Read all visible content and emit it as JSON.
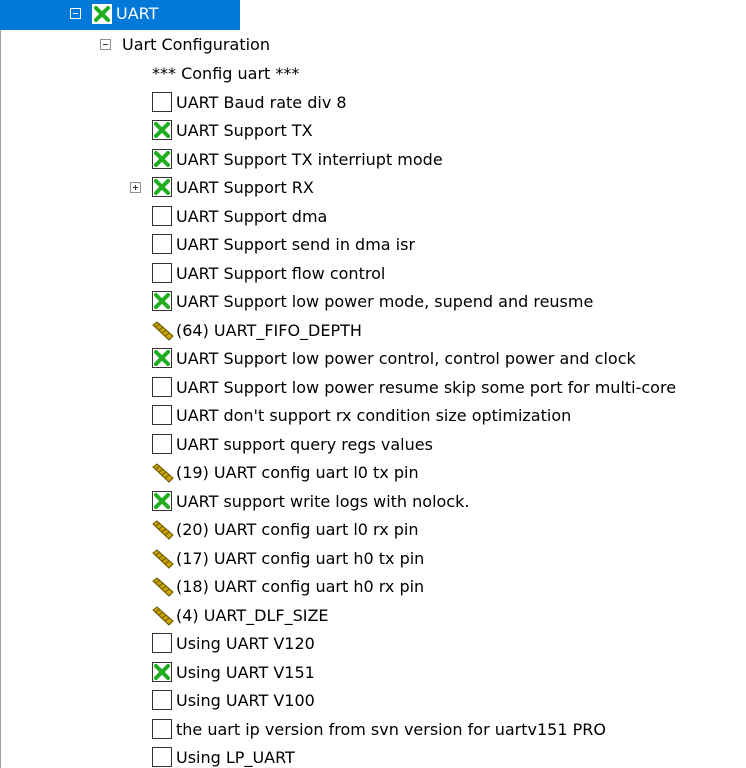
{
  "root": {
    "label": "UART",
    "checked": true,
    "icon": "green-x-check-icon"
  },
  "group": {
    "label": "Uart Configuration"
  },
  "items": [
    {
      "label": "*** Config uart ***",
      "kind": "text"
    },
    {
      "label": "UART Baud rate div 8",
      "kind": "check",
      "checked": false
    },
    {
      "label": "UART Support TX",
      "kind": "check",
      "checked": true
    },
    {
      "label": "UART Support TX interriupt mode",
      "kind": "check",
      "checked": true
    },
    {
      "label": "UART Support RX",
      "kind": "check",
      "checked": true,
      "expandable": true
    },
    {
      "label": "UART Support dma",
      "kind": "check",
      "checked": false
    },
    {
      "label": "UART Support send in dma isr",
      "kind": "check",
      "checked": false
    },
    {
      "label": "UART Support flow control",
      "kind": "check",
      "checked": false
    },
    {
      "label": "UART Support low power mode, supend and reusme",
      "kind": "check",
      "checked": true
    },
    {
      "label": "(64) UART_FIFO_DEPTH",
      "kind": "value"
    },
    {
      "label": "UART Support low power control, control power and clock",
      "kind": "check",
      "checked": true
    },
    {
      "label": "UART Support low power resume skip some port for multi-core",
      "kind": "check",
      "checked": false
    },
    {
      "label": "UART don't support rx condition size optimization",
      "kind": "check",
      "checked": false
    },
    {
      "label": "UART support query regs values",
      "kind": "check",
      "checked": false
    },
    {
      "label": "(19) UART config uart l0 tx pin",
      "kind": "value"
    },
    {
      "label": "UART support write logs with nolock.",
      "kind": "check",
      "checked": true
    },
    {
      "label": "(20) UART config uart l0 rx pin",
      "kind": "value"
    },
    {
      "label": "(17) UART config uart h0 tx pin",
      "kind": "value"
    },
    {
      "label": "(18) UART config uart h0 rx pin",
      "kind": "value"
    },
    {
      "label": "(4) UART_DLF_SIZE",
      "kind": "value"
    },
    {
      "label": "Using UART V120",
      "kind": "check",
      "checked": false
    },
    {
      "label": "Using UART V151",
      "kind": "check",
      "checked": true
    },
    {
      "label": "Using UART V100",
      "kind": "check",
      "checked": false
    },
    {
      "label": "the uart ip version from svn version for uartv151 PRO",
      "kind": "check",
      "checked": false
    },
    {
      "label": "Using LP_UART",
      "kind": "check",
      "checked": false
    }
  ],
  "colors": {
    "selection": "#0078d7",
    "check_green": "#1fae1f",
    "value_icon": "#c8a400"
  }
}
